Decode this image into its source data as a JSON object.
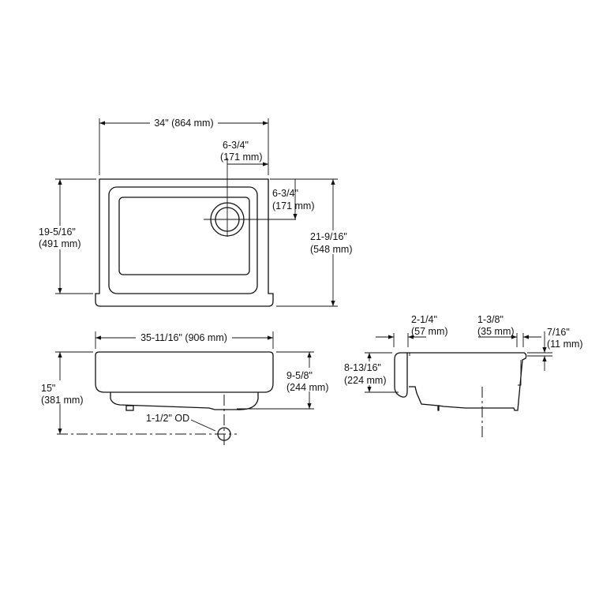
{
  "top_view": {
    "width": "34\" (864 mm)",
    "drain_x": [
      "6-3/4\"",
      "(171 mm)"
    ],
    "drain_y": [
      "6-3/4\"",
      "(171 mm)"
    ],
    "bowl_depth": [
      "19-5/16\"",
      "(491 mm)"
    ],
    "overall_depth": [
      "21-9/16\"",
      "(548 mm)"
    ]
  },
  "front_view": {
    "width": "35-11/16\" (906 mm)",
    "height": [
      "15\"",
      "(381 mm)"
    ],
    "bowl_height": [
      "9-5/8\"",
      "(244 mm)"
    ],
    "drain_label": "1-1/2\" OD"
  },
  "side_view": {
    "apron": [
      "2-1/4\"",
      "(57 mm)"
    ],
    "rear": [
      "1-3/8\"",
      "(35 mm)"
    ],
    "rim": [
      "7/16\"",
      "(11 mm)"
    ],
    "apron_height": [
      "8-13/16\"",
      "(224 mm)"
    ]
  }
}
